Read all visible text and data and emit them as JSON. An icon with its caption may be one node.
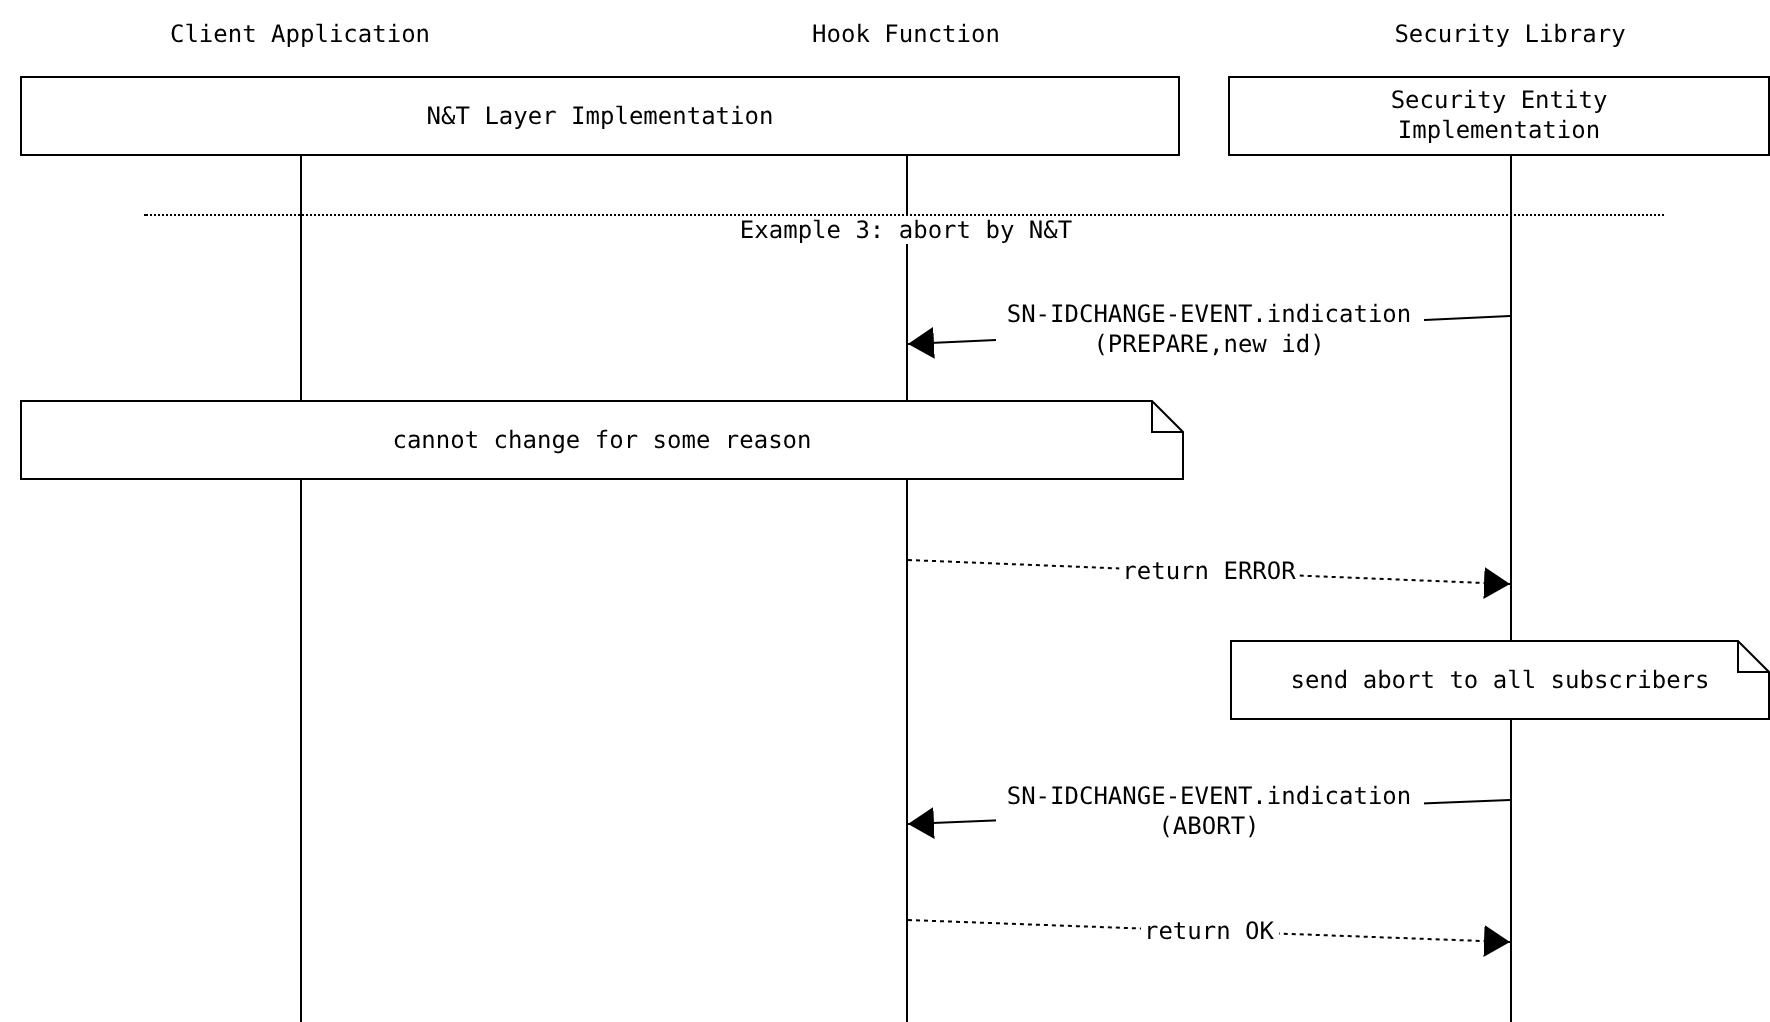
{
  "diagram": {
    "nodes": [
      {
        "text": [
          "N&T Layer Implementation"
        ]
      },
      {
        "text": [
          "Security Entity Implementation"
        ]
      },
      {
        "text": [],
        "shape": "bar"
      },
      {
        "text": [],
        "shape": "bar"
      },
      {
        "text": [],
        "shape": "bar"
      },
      {
        "text": [
          "cannot change for some reason"
        ]
      },
      {
        "text": [
          "send abort to all subscribers"
        ]
      }
    ],
    "edges": [
      {
        "from": 4,
        "to": 3,
        "arrow": "to",
        "label": "SN-IDCHANGE-EVENT.indication (PREPARE,new id)"
      },
      {
        "from": 3,
        "to": 4,
        "arrow": "to",
        "label": "return ERROR",
        "style": "dashed"
      },
      {
        "from": 4,
        "to": 3,
        "arrow": "to",
        "label": "SN-IDCHANGE-EVENT.indication (ABORT)"
      },
      {
        "from": 3,
        "to": 4,
        "arrow": "to",
        "label": "return OK",
        "style": "dashed"
      }
    ],
    "labels": [
      "Client Application",
      "Hook Function",
      "Security Library",
      "Example 3: abort by N&T"
    ]
  }
}
